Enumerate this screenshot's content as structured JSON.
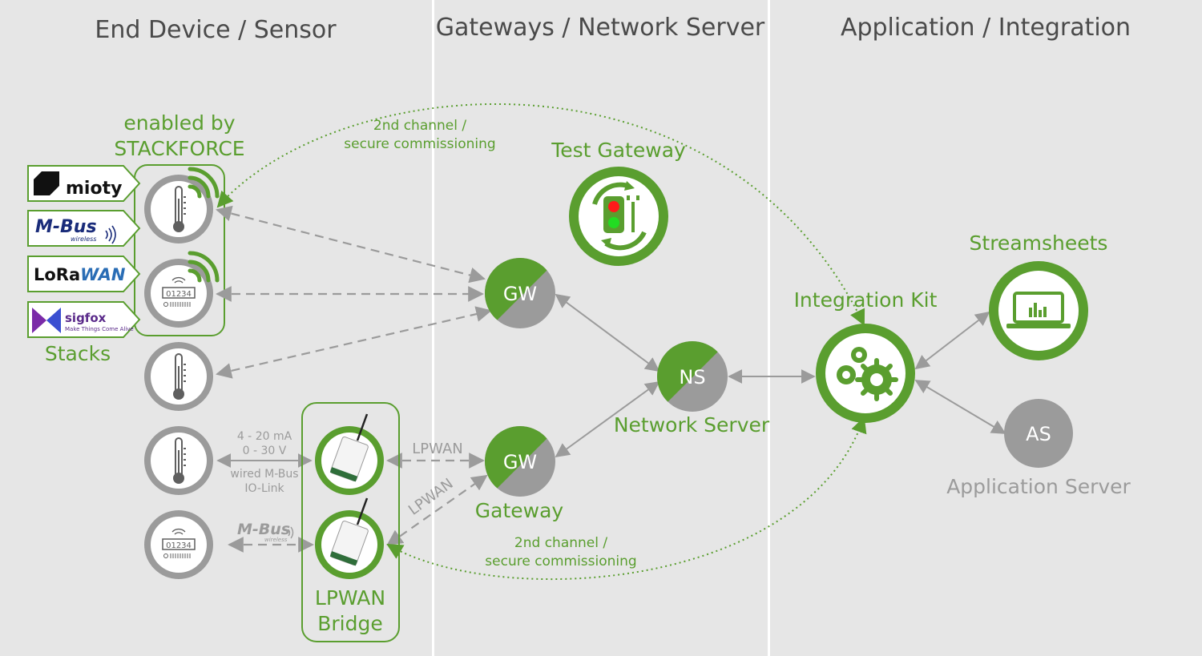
{
  "columns": {
    "end_device": "End Device / Sensor",
    "gateways": "Gateways / Network Server",
    "application": "Application / Integration"
  },
  "enabled_by": [
    "enabled by",
    "STACKFORCE"
  ],
  "stacks_label": "Stacks",
  "stacks": {
    "mioty": "mioty",
    "mbus": "M-Bus",
    "mbus_sub": "wireless",
    "lorawan_lo": "LoRa",
    "lorawan_wan": "WAN",
    "sigfox": "sigfox",
    "sigfox_tag": "Make Things Come Alive"
  },
  "meter_digits": "01234",
  "second_channel_top": [
    "2nd channel /",
    "secure commissioning"
  ],
  "second_channel_bottom": [
    "2nd channel /",
    "secure commissioning"
  ],
  "test_gateway": "Test Gateway",
  "gw_label": "GW",
  "gateway_label": "Gateway",
  "ns_label": "NS",
  "network_server_label": "Network Server",
  "integration_kit_label": "Integration Kit",
  "streamsheets_label": "Streamsheets",
  "as_label": "AS",
  "application_server_label": "Application Server",
  "analog_labels": [
    "4 - 20 mA",
    "0 - 30 V"
  ],
  "wired_labels": [
    "wired M-Bus",
    "IO-Link"
  ],
  "lpwan_link_1": "LPWAN",
  "lpwan_link_2": "LPWAN",
  "lpwan_bridge": [
    "LPWAN",
    "Bridge"
  ],
  "colors": {
    "green": "#5a9e2f",
    "grey": "#9b9b9b",
    "dark_grey": "#5f5f5f",
    "background": "#e6e6e6",
    "text_dark": "#4a4a4a",
    "navy": "#1a2c7a"
  }
}
